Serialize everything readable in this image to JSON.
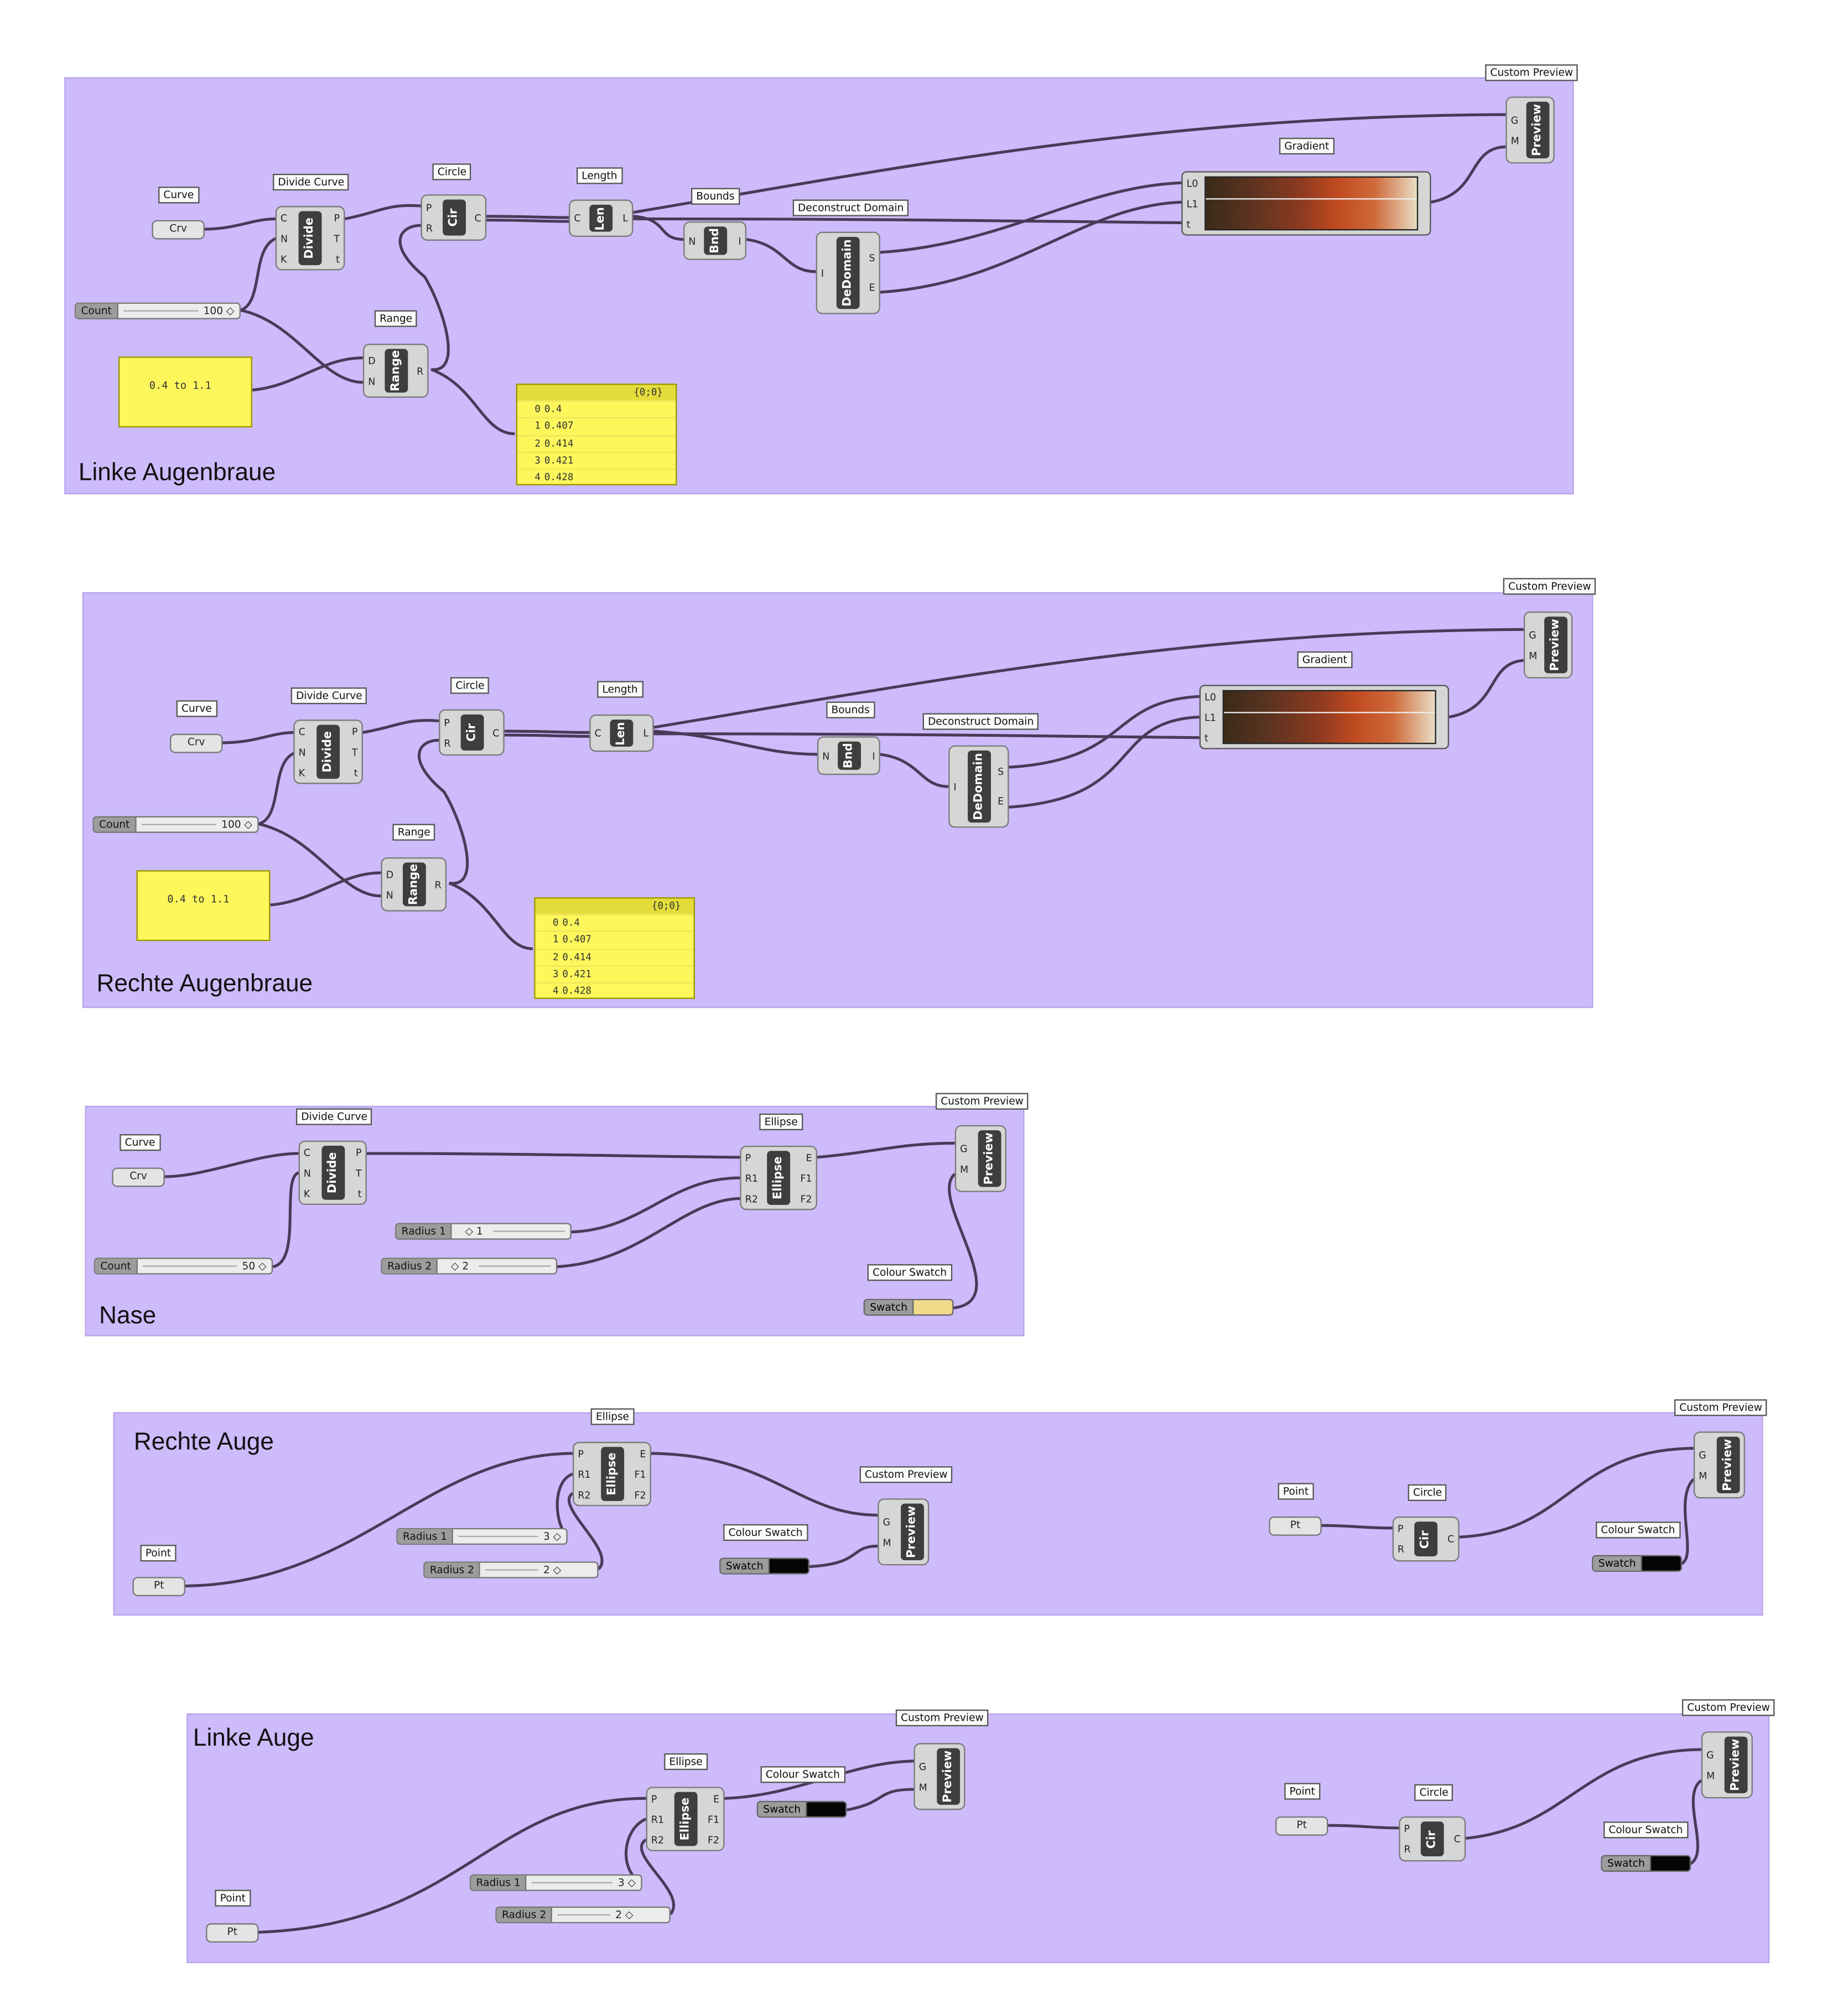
{
  "groups": {
    "g1": "Linke Augenbraue",
    "g2": "Rechte Augenbraue",
    "g3": "Nase",
    "g4": "Rechte Auge",
    "g5": "Linke Auge"
  },
  "tags": {
    "curve": "Curve",
    "divide_curve": "Divide Curve",
    "circle": "Circle",
    "length": "Length",
    "bounds": "Bounds",
    "deconstruct_domain": "Deconstruct Domain",
    "gradient": "Gradient",
    "custom_preview": "Custom Preview",
    "range": "Range",
    "ellipse": "Ellipse",
    "colour_swatch": "Colour Swatch",
    "point": "Point"
  },
  "cores": {
    "divide": "Divide",
    "cir": "Cir",
    "len": "Len",
    "bnd": "Bnd",
    "dedomain": "DeDomain",
    "range": "Range",
    "preview": "Preview",
    "ellipse": "Ellipse"
  },
  "params": {
    "crv": "Crv",
    "pt": "Pt"
  },
  "ports": {
    "p": "P",
    "n": "N",
    "k": "K",
    "c": "C",
    "r": "R",
    "t": "t",
    "l": "L",
    "i": "I",
    "s": "S",
    "e": "E",
    "d": "D",
    "g": "G",
    "m": "M",
    "l0": "L0",
    "l1": "L1",
    "r1": "R1",
    "r2": "R2",
    "f1": "F1",
    "f2": "F2",
    "T": "T"
  },
  "sliders": {
    "count": "Count",
    "count100": "100 ◇",
    "count50": "50 ◇",
    "radius1": "Radius 1",
    "radius2": "Radius 2",
    "r1val": "◇ 1",
    "r2val": "◇ 2",
    "v3": "3 ◇",
    "v2": "2 ◇"
  },
  "panel_range": "0.4 to 1.1",
  "list": {
    "header": "{0;0}",
    "rows": [
      {
        "i": "0",
        "v": "0.4"
      },
      {
        "i": "1",
        "v": "0.407"
      },
      {
        "i": "2",
        "v": "0.414"
      },
      {
        "i": "3",
        "v": "0.421"
      },
      {
        "i": "4",
        "v": "0.428"
      }
    ]
  },
  "swatch": {
    "label": "Swatch",
    "colors": {
      "yellow": "#f1d98a",
      "black": "#050505"
    }
  },
  "colors": {
    "group_bg": "#cdbbfc",
    "panel_bg": "#fdf75c",
    "wire": "#4a3a58"
  }
}
